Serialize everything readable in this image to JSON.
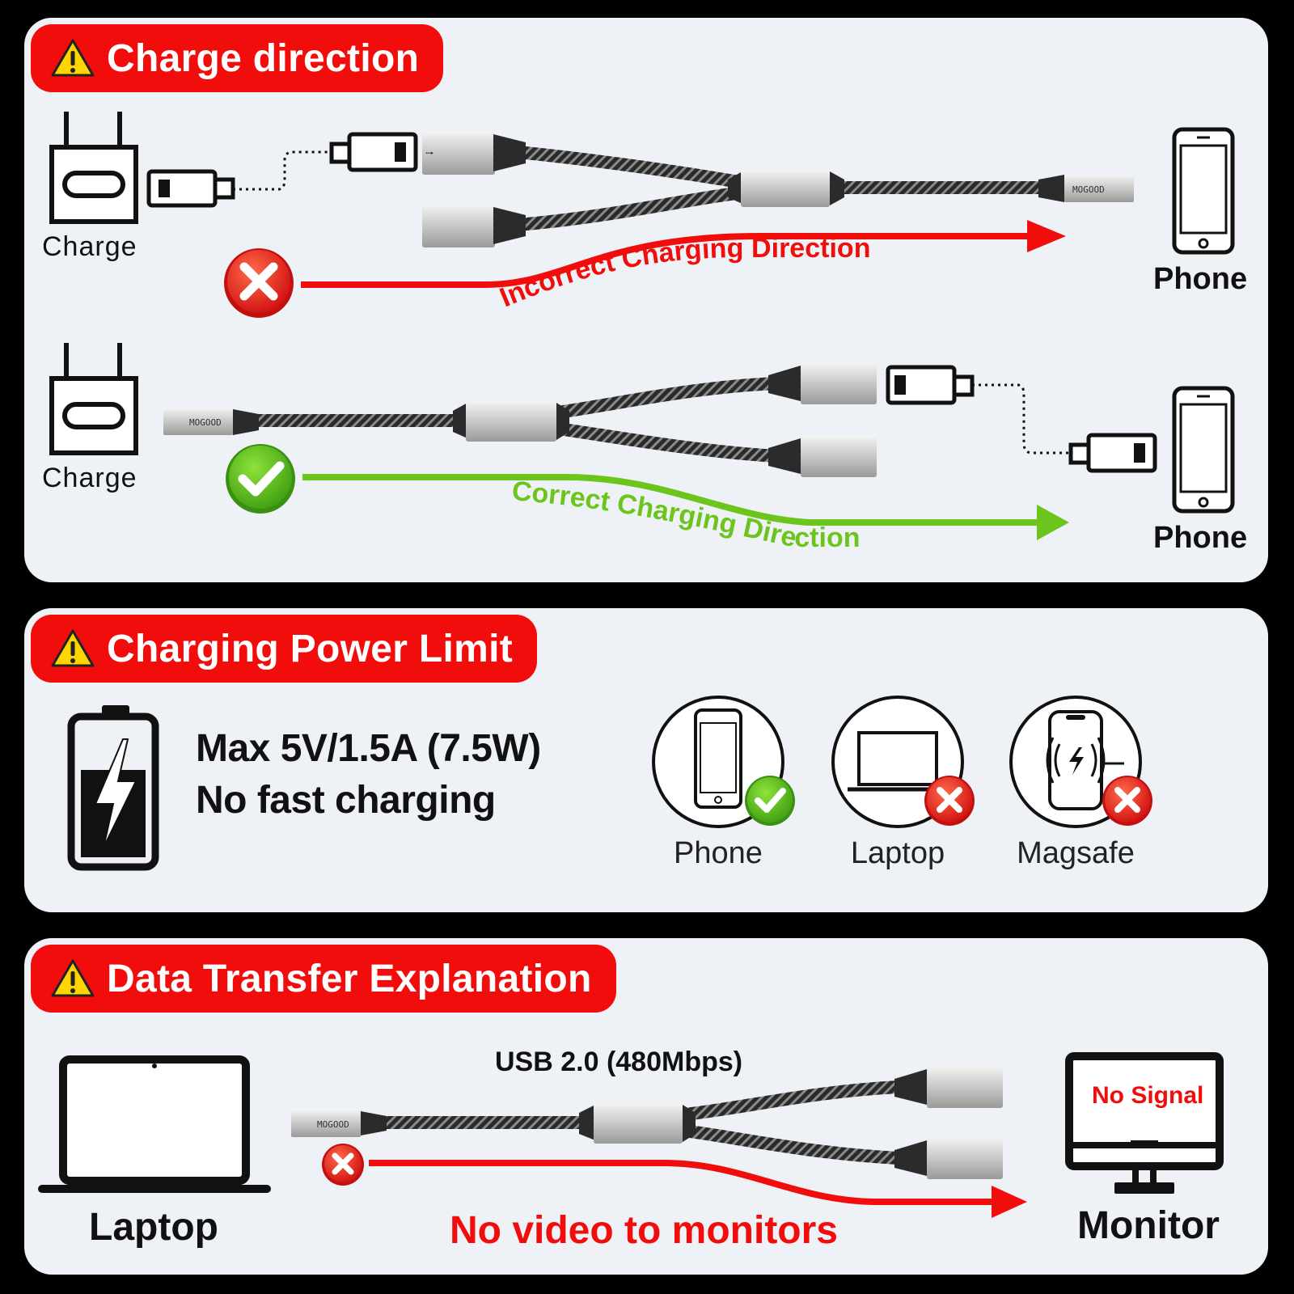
{
  "sections": {
    "charge_direction": {
      "title": "Charge direction",
      "charger_label_1": "Charge",
      "charger_label_2": "Charge",
      "phone_label_1": "Phone",
      "phone_label_2": "Phone",
      "incorrect_text": "Incorrect Charging Direction",
      "correct_text": "Correct Charging Direction",
      "cable_brand": "MOGOOD"
    },
    "power_limit": {
      "title": "Charging Power Limit",
      "spec_line_1": "Max 5V/1.5A (7.5W)",
      "spec_line_2": "No fast charging",
      "devices": [
        {
          "label": "Phone",
          "status": "supported",
          "icon": "phone-icon"
        },
        {
          "label": "Laptop",
          "status": "not-supported",
          "icon": "laptop-icon"
        },
        {
          "label": "Magsafe",
          "status": "not-supported",
          "icon": "magsafe-icon"
        }
      ]
    },
    "data_transfer": {
      "title": "Data Transfer Explanation",
      "laptop_label": "Laptop",
      "usb_speed": "USB 2.0 (480Mbps)",
      "no_video_text": "No video to monitors",
      "monitor_label": "Monitor",
      "monitor_screen_text": "No Signal"
    }
  },
  "colors": {
    "banner_red": "#f20d0d",
    "correct_green": "#6cc51c",
    "panel_bg": "#eef2f6"
  }
}
